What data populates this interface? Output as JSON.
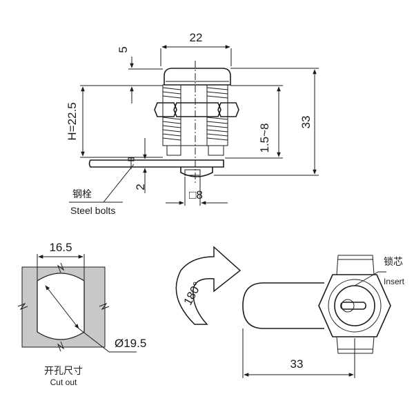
{
  "top_view": {
    "dim_width": "22",
    "dim_head": "5",
    "dim_H": "H=22.5",
    "dim_range": "1.5~8",
    "dim_total": "33",
    "dim_plate": "2",
    "dim_square": "□8",
    "label_cn": "钢栓",
    "label_en": "Steel bolts"
  },
  "cutout": {
    "dim_width": "16.5",
    "dim_dia": "Ø19.5",
    "label_cn": "开孔尺寸",
    "label_en": "Cut out"
  },
  "rotation": {
    "angle": "180°"
  },
  "front_view": {
    "label_cn": "锁芯",
    "label_en": "Insert",
    "dim_length": "33"
  },
  "colors": {
    "line": "#1a1a1a",
    "cutout_fill": "#c8c8c8",
    "arrow_fill": "#ffffff"
  }
}
